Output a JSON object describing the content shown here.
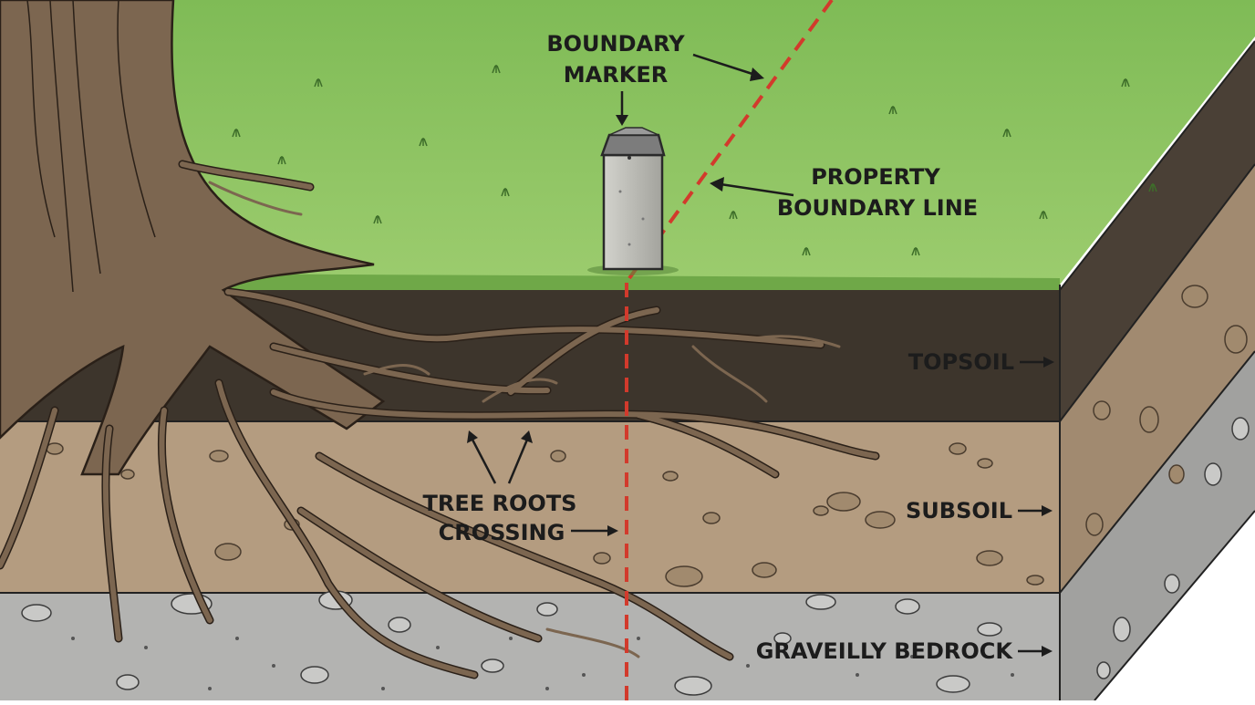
{
  "labels": {
    "boundary_marker": [
      "BOUNDARY",
      "MARKER"
    ],
    "property_boundary_line": [
      "PROPERTY",
      "BOUNDARY LINE"
    ],
    "topsoil": "TOPSOIL",
    "subsoil": "SUBSOIL",
    "bedrock": "GRAVEILLY BEDROCK",
    "tree_roots": [
      "TREE ROOTS",
      "CROSSING"
    ]
  },
  "colors": {
    "grass": "#8cc460",
    "grass_dark": "#6fa848",
    "topsoil": "#3d352c",
    "subsoil": "#b49c80",
    "bedrock": "#b3b3b1",
    "boundary_line": "#d23a2c",
    "root": "#7c6650",
    "marker": "#bcbcb6"
  },
  "icons": {
    "marker": "concrete-post-icon",
    "tree": "tree-trunk-icon"
  }
}
